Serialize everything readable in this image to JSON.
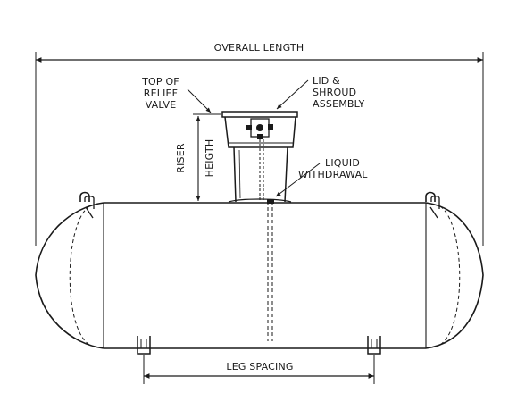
{
  "labels": {
    "overall_length": "OVERALL LENGTH",
    "top_of_relief_valve": [
      "TOP OF",
      "RELIEF",
      "VALVE"
    ],
    "lid_and_shroud": [
      "LID &",
      "SHROUD",
      "ASSEMBLY"
    ],
    "riser_height": [
      "RISER",
      "HEIGTH"
    ],
    "liquid_withdrawal": [
      "LIQUID",
      "WITHDRAWAL"
    ],
    "leg_spacing": "LEG SPACING"
  }
}
